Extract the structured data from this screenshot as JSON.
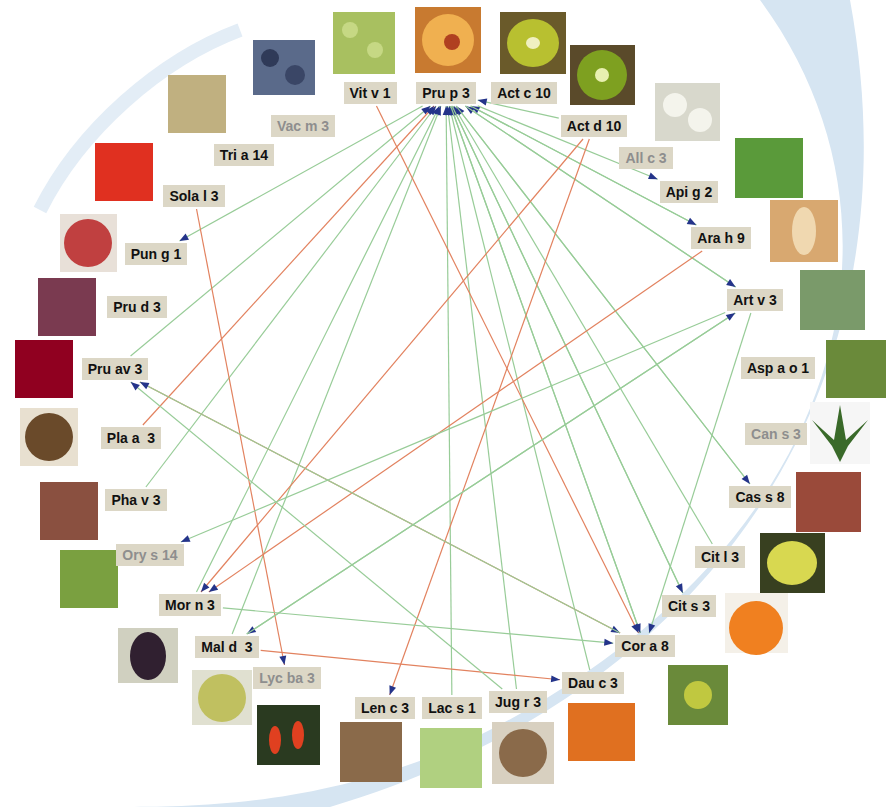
{
  "diagram": {
    "nodes": [
      {
        "text": [
          "Vit v 1"
        ]
      },
      {
        "text": [
          "Pru p 3"
        ]
      },
      {
        "text": [
          "Act c 10"
        ]
      },
      {
        "text": [
          "Act d 10"
        ]
      },
      {
        "text": [
          "Vac m 3"
        ]
      },
      {
        "text": [
          "All c 3"
        ]
      },
      {
        "text": [
          "Tri a 14"
        ]
      },
      {
        "text": [
          "Api g 2"
        ]
      },
      {
        "text": [
          "Sola l 3"
        ]
      },
      {
        "text": [
          "Ara h 9"
        ]
      },
      {
        "text": [
          "Pun g 1"
        ]
      },
      {
        "text": [
          "Art v 3"
        ]
      },
      {
        "text": [
          "Pru d 3"
        ]
      },
      {
        "text": [
          "Pru av 3"
        ]
      },
      {
        "text": [
          "Asp a o 1"
        ]
      },
      {
        "text": [
          "Can s 3"
        ]
      },
      {
        "text": [
          "Pla a  3"
        ]
      },
      {
        "text": [
          "Pha v 3"
        ]
      },
      {
        "text": [
          "Cas s 8"
        ]
      },
      {
        "text": [
          "Cit l 3"
        ]
      },
      {
        "text": [
          "Ory s 14"
        ]
      },
      {
        "text": [
          "Cit s 3"
        ]
      },
      {
        "text": [
          "Mor n 3"
        ]
      },
      {
        "text": [
          "Cor a 8"
        ]
      },
      {
        "text": [
          "Mal d  3"
        ]
      },
      {
        "text": [
          "Dau c 3"
        ]
      },
      {
        "text": [
          "Lyc ba 3"
        ]
      },
      {
        "text": [
          "Len c 3"
        ]
      },
      {
        "text": [
          "Lac s 1"
        ]
      },
      {
        "text": [
          "Jug r 3"
        ]
      }
    ],
    "edges": [
      {
        "from": 13,
        "to": 1,
        "arrow": "to"
      },
      {
        "from": 22,
        "to": 1,
        "arrow": "to"
      },
      {
        "from": 24,
        "to": 1,
        "arrow": "to"
      },
      {
        "from": 17,
        "to": 1,
        "arrow": "to"
      },
      {
        "from": 28,
        "to": 1,
        "arrow": "to"
      },
      {
        "from": 29,
        "to": 1,
        "arrow": "to"
      },
      {
        "from": 25,
        "to": 1,
        "arrow": "to"
      },
      {
        "from": 23,
        "to": 1,
        "arrow": "to"
      },
      {
        "from": 21,
        "to": 1,
        "arrow": "to"
      },
      {
        "from": 19,
        "to": 1,
        "arrow": "to"
      },
      {
        "from": 18,
        "to": 1,
        "arrow": "to"
      },
      {
        "from": 11,
        "to": 1,
        "arrow": "to"
      },
      {
        "from": 9,
        "to": 1,
        "arrow": "to"
      },
      {
        "from": 3,
        "to": 1,
        "arrow": "to"
      },
      {
        "from": 1,
        "to": 7,
        "arrow": "to"
      },
      {
        "from": 1,
        "to": 9,
        "arrow": "to"
      },
      {
        "from": 1,
        "to": 11,
        "arrow": "to"
      },
      {
        "from": 1,
        "to": 18,
        "arrow": "to"
      },
      {
        "from": 1,
        "to": 23,
        "arrow": "to"
      },
      {
        "from": 1,
        "to": 21,
        "arrow": "to"
      },
      {
        "from": 1,
        "to": 10,
        "arrow": "to"
      },
      {
        "from": 0,
        "to": 23,
        "arrow": "to"
      },
      {
        "from": 3,
        "to": 22,
        "arrow": "to"
      },
      {
        "from": 9,
        "to": 22,
        "arrow": "to"
      },
      {
        "from": 13,
        "to": 23,
        "arrow": "to"
      },
      {
        "from": 24,
        "to": 25,
        "arrow": "to"
      },
      {
        "from": 8,
        "to": 26,
        "arrow": "to"
      },
      {
        "from": 16,
        "to": 1,
        "arrow": "to"
      },
      {
        "from": 3,
        "to": 27,
        "arrow": "to"
      },
      {
        "from": 11,
        "to": 20,
        "arrow": "to"
      },
      {
        "from": 23,
        "to": 13,
        "arrow": "to"
      },
      {
        "from": 11,
        "to": 24,
        "arrow": "to"
      },
      {
        "from": 11,
        "to": 23,
        "arrow": "to"
      },
      {
        "from": 22,
        "to": 23,
        "arrow": "to"
      },
      {
        "from": 24,
        "to": 11,
        "arrow": "to"
      },
      {
        "from": 29,
        "to": 13,
        "arrow": "to"
      }
    ]
  }
}
